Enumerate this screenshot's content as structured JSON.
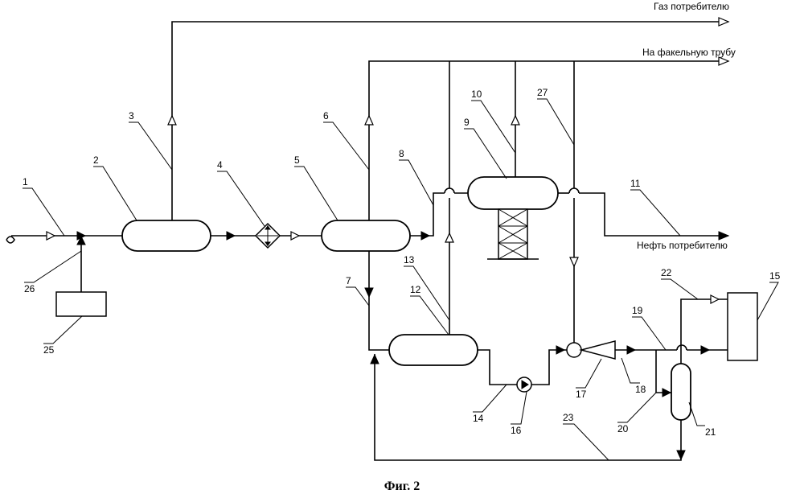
{
  "labels": {
    "gas_consumer": "Газ потребителю",
    "flare": "На факельную трубу",
    "oil_consumer": "Нефть потребителю"
  },
  "caption": "Фиг. 2",
  "numbers": {
    "n1": "1",
    "n2": "2",
    "n3": "3",
    "n4": "4",
    "n5": "5",
    "n6": "6",
    "n7": "7",
    "n8": "8",
    "n9": "9",
    "n10": "10",
    "n11": "11",
    "n12": "12",
    "n13": "13",
    "n14": "14",
    "n15": "15",
    "n16": "16",
    "n17": "17",
    "n18": "18",
    "n19": "19",
    "n20": "20",
    "n21": "21",
    "n22": "22",
    "n23": "23",
    "n25": "25",
    "n26": "26",
    "n27": "27"
  }
}
